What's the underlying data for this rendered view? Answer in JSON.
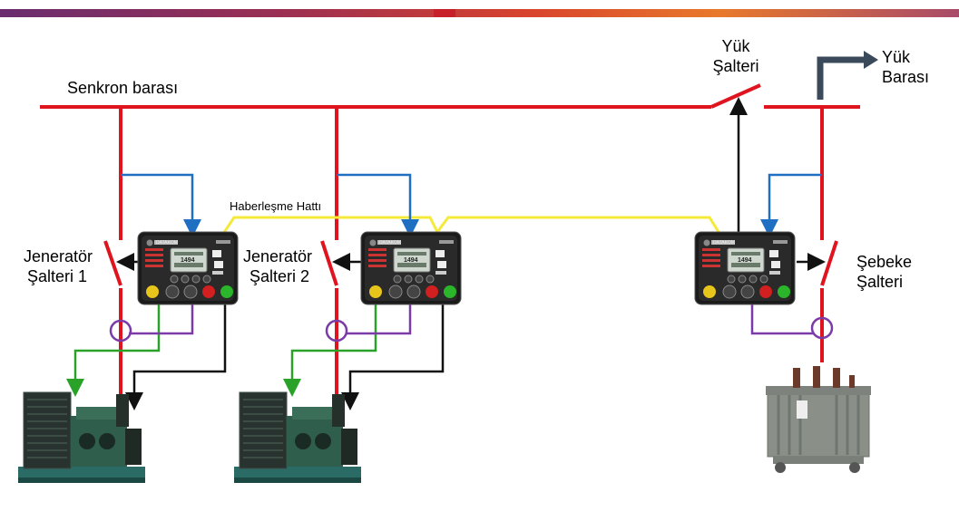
{
  "labels": {
    "sync_bus": "Senkron barası",
    "load_switch_line1": "Yük",
    "load_switch_line2": "Şalteri",
    "load_bus_line1": "Yük",
    "load_bus_line2": "Barası",
    "comm_line": "Haberleşme Hattı",
    "gen_switch1_line1": "Jeneratör",
    "gen_switch1_line2": "Şalteri 1",
    "gen_switch2_line1": "Jeneratör",
    "gen_switch2_line2": "Şalteri 2",
    "mains_switch_line1": "Şebeke",
    "mains_switch_line2": "Şalteri"
  },
  "controller": {
    "brand": "DATAKOM",
    "display_value": "1494"
  },
  "colors": {
    "power_line": "#e0141e",
    "comm_line": "#f5e93a",
    "voltage_sense": "#1f6fc2",
    "control": "#111111",
    "current_sense": "#7a3aa8",
    "gen_control": "#2aa22a",
    "arrow": "#3b4a5a"
  }
}
